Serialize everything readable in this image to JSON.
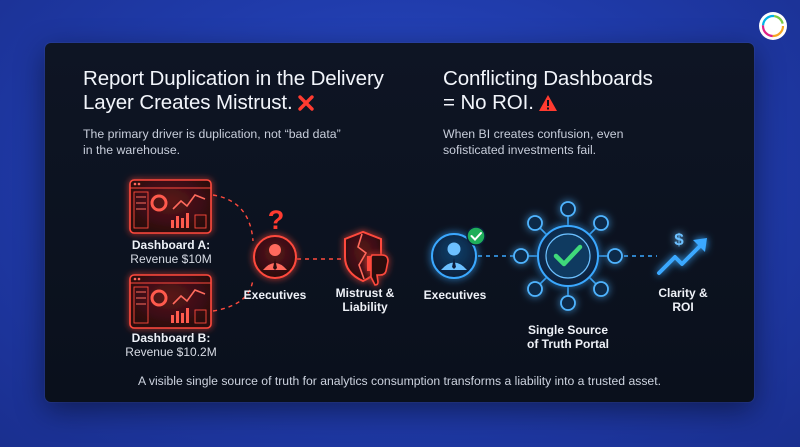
{
  "left": {
    "title_line1": "Report Duplication in the Delivery",
    "title_line2": "Layer Creates Mistrust.",
    "subtitle_line1": "The primary driver is duplication, not “bad data”",
    "subtitle_line2": "in the warehouse.",
    "dashboard_a": {
      "name": "Dashboard A:",
      "value": "Revenue $10M"
    },
    "dashboard_b": {
      "name": "Dashboard B:",
      "value": "Revenue $10.2M"
    },
    "executives_label": "Executives",
    "mistrust_line1": "Mistrust &",
    "mistrust_line2": "Liability",
    "question_mark": "?"
  },
  "right": {
    "title_line1": "Conflicting Dashboards",
    "title_line2": "= No ROI.",
    "subtitle_line1": "When BI creates confusion, even",
    "subtitle_line2": "sofisticated investments fail.",
    "executives_label": "Executives",
    "portal_line1": "Single Source",
    "portal_line2": "of Truth Portal",
    "clarity_line1": "Clarity &",
    "clarity_line2": "ROI",
    "dollar": "$"
  },
  "footer": "A visible single source of truth for analytics consumption transforms a liability into a trusted asset.",
  "colors": {
    "red": "#ff4a3d",
    "blue": "#3aa8ff",
    "green": "#3fd97a",
    "warning": "#ff4a3d"
  },
  "icons": [
    "logo-icon",
    "x-mark-icon",
    "warning-icon",
    "dashboard-icon",
    "question-icon",
    "executive-icon",
    "broken-shield-icon",
    "thumbs-down-icon",
    "check-icon",
    "network-hub-icon",
    "growth-arrow-icon"
  ]
}
